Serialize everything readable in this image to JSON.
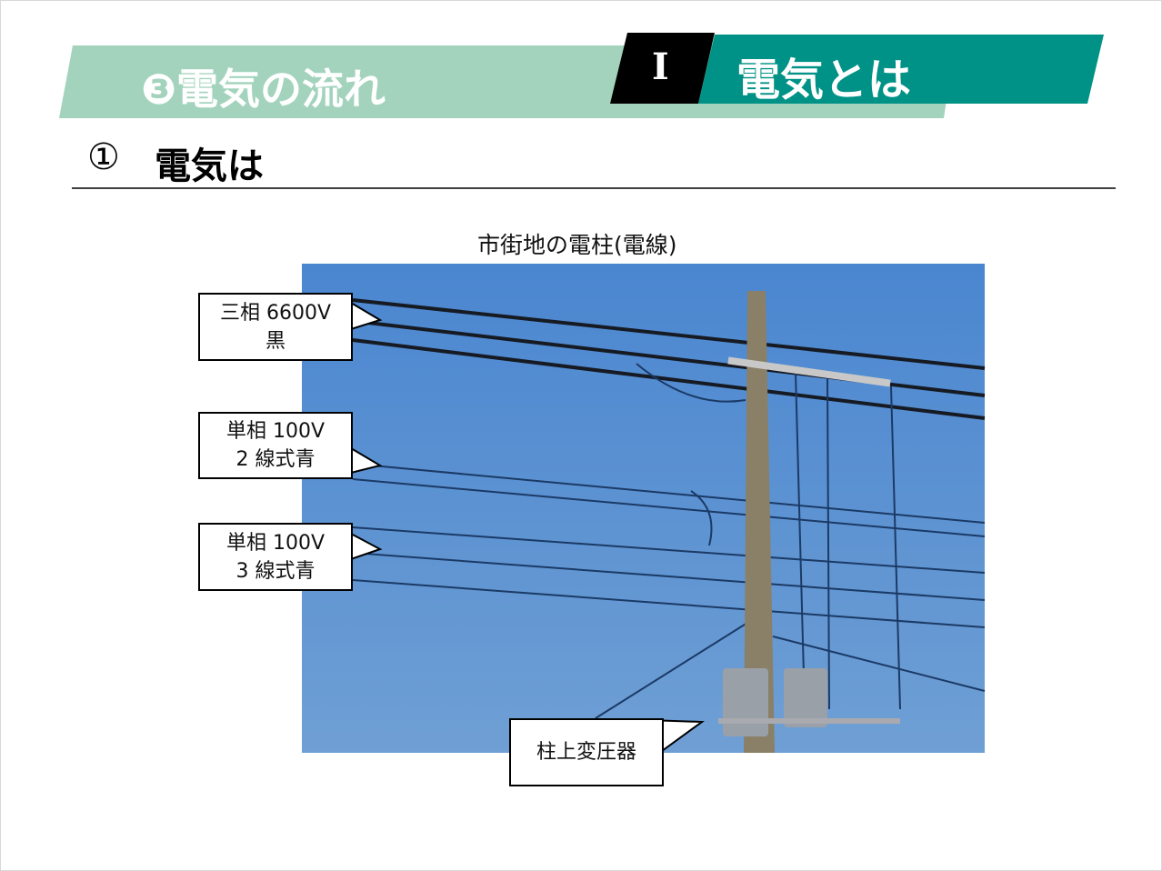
{
  "header": {
    "section_title": "❸電気の流れ",
    "chapter_number": "Ⅰ",
    "chapter_title": "電気とは",
    "colors": {
      "light_band": "#a3d3bd",
      "dark_band": "#009286",
      "black_tab": "#000000"
    }
  },
  "subheading": {
    "number": "①",
    "title": "電気は"
  },
  "figure": {
    "caption": "市街地の電柱(電線)",
    "callouts": [
      {
        "line1": "三相 6600V",
        "line2": "黒"
      },
      {
        "line1": "単相 100V",
        "line2": "2 線式青"
      },
      {
        "line1": "単相 100V",
        "line2": "3 線式青"
      },
      {
        "line1": "柱上変圧器",
        "line2": ""
      }
    ]
  }
}
